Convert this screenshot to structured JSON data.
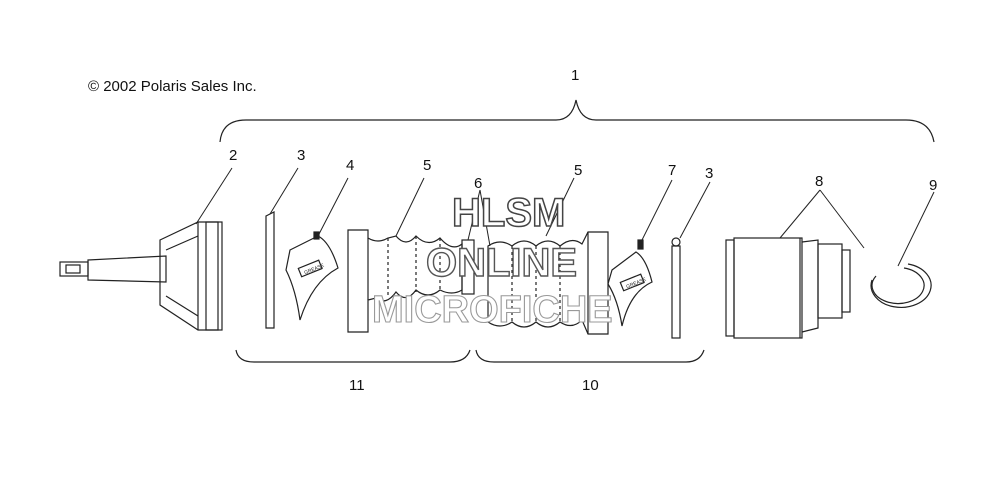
{
  "copyright": "© 2002 Polaris Sales Inc.",
  "watermark": {
    "line1": "HLSM",
    "line2": "ONLINE",
    "line3": "MICROFICHE"
  },
  "grease_label": "GREASE",
  "callouts": {
    "c1": "1",
    "c2": "2",
    "c3a": "3",
    "c4": "4",
    "c5a": "5",
    "c6": "6",
    "c5b": "5",
    "c7": "7",
    "c3b": "3",
    "c8": "8",
    "c9": "9",
    "c10": "10",
    "c11": "11"
  },
  "colors": {
    "line": "#222222",
    "watermark": "#555555"
  }
}
